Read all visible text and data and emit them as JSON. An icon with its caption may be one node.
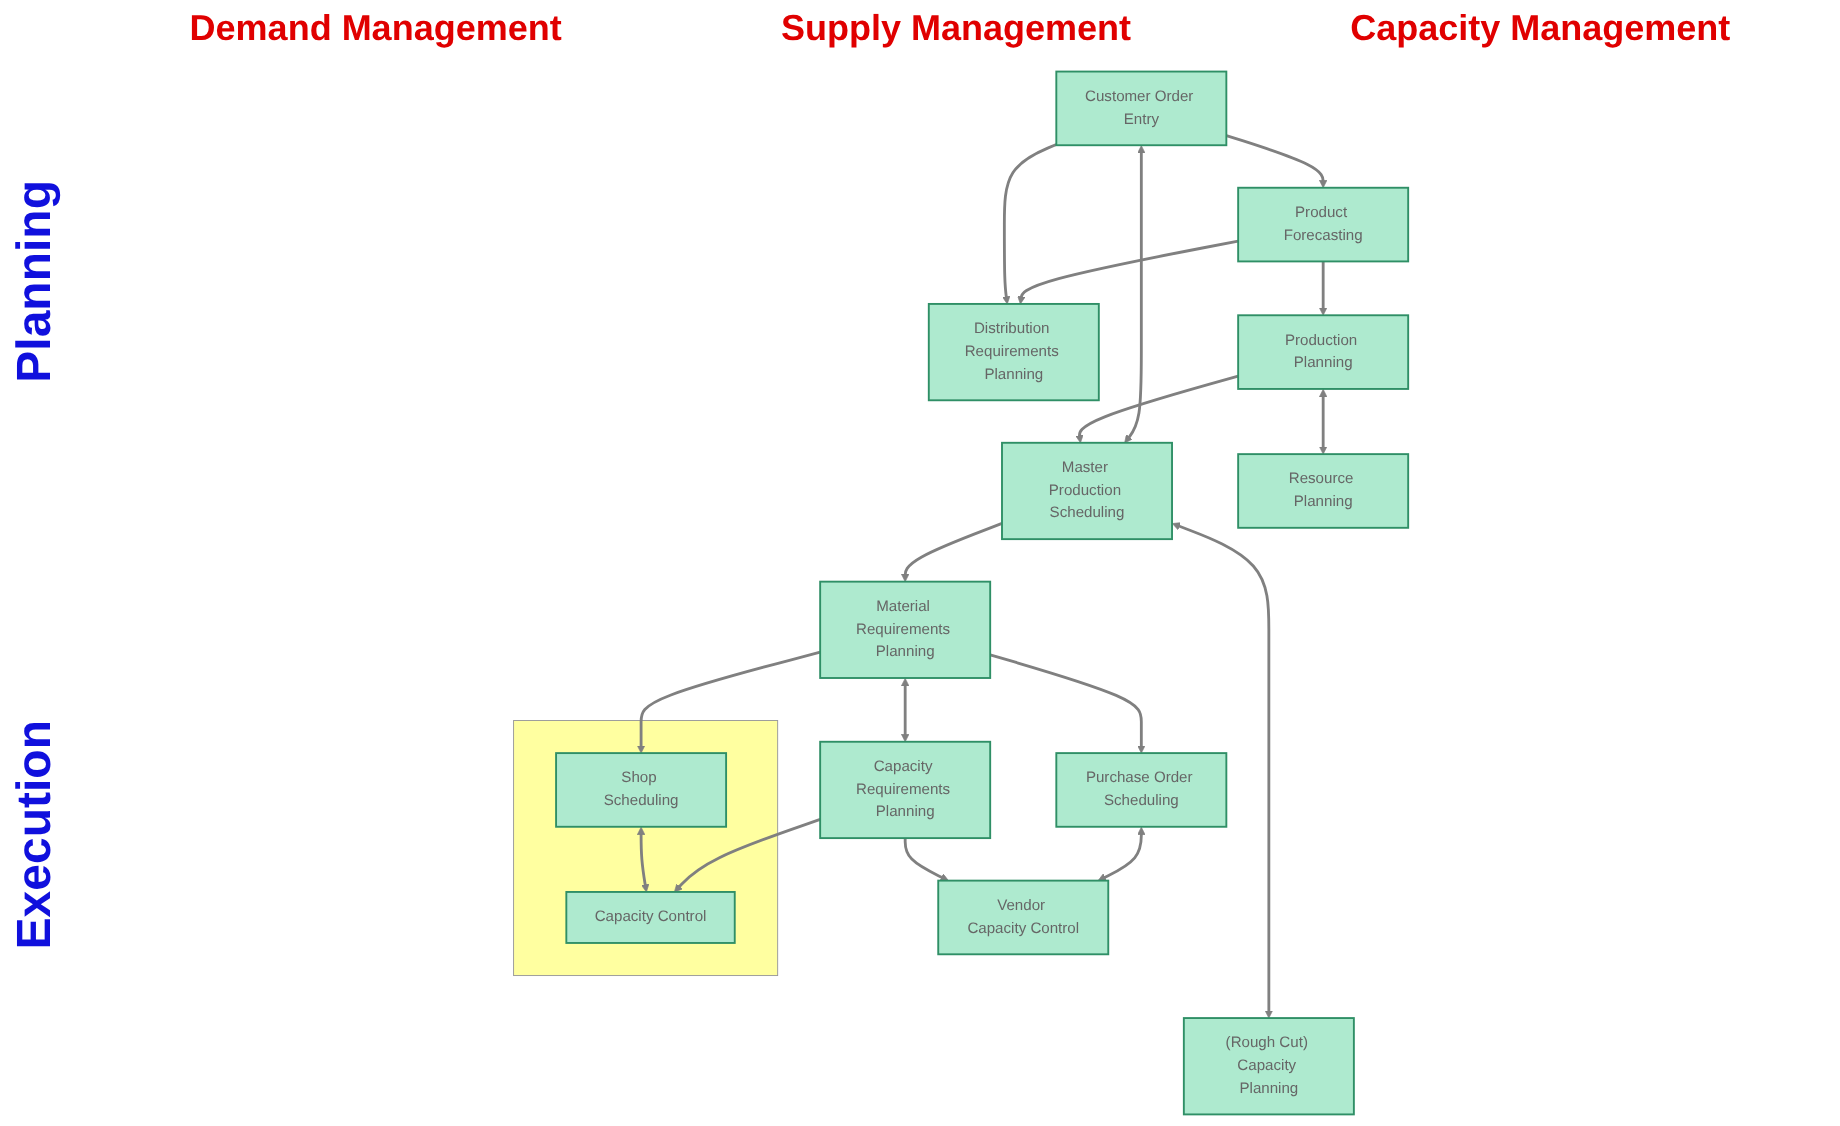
{
  "diagram": {
    "nodes": [
      {
        "text": [
          "Product Forecasting"
        ]
      },
      {
        "text": [
          "Distribution Requirements Planning"
        ]
      },
      {
        "text": [
          "Customer Order Entry"
        ]
      },
      {
        "text": [
          "Production Planning"
        ]
      },
      {
        "text": [
          "Master Production Scheduling"
        ]
      },
      {
        "text": [
          "Material Requirements Planning"
        ]
      },
      {
        "text": [],
        "shape": "box"
      },
      {
        "text": [
          "Shop Scheduling"
        ],
        "in": 6
      },
      {
        "text": [
          "Purchase Order Scheduling"
        ]
      },
      {
        "text": [
          "Resource Planning"
        ]
      },
      {
        "text": [
          "(Rough Cut) Capacity Planning"
        ]
      },
      {
        "text": [
          "Capacity Requirements Planning"
        ]
      },
      {
        "text": [
          "Capacity Control"
        ],
        "in": 6
      },
      {
        "text": [
          "Vendor Capacity Control"
        ]
      }
    ],
    "edges": [
      {
        "from": 0,
        "to": 3,
        "arrow": "to"
      },
      {
        "from": 0,
        "to": 1,
        "arrow": "to"
      },
      {
        "from": 2,
        "to": 0,
        "arrow": "to"
      },
      {
        "from": 2,
        "to": 4,
        "arrow": "both"
      },
      {
        "from": 2,
        "to": 1,
        "arrow": "to"
      },
      {
        "from": 3,
        "to": 9,
        "arrow": "both"
      },
      {
        "from": 3,
        "to": 4,
        "arrow": "to"
      },
      {
        "from": 4,
        "to": 10,
        "arrow": "both"
      },
      {
        "from": 4,
        "to": 5,
        "arrow": "to"
      },
      {
        "from": 5,
        "to": 11,
        "arrow": "both"
      },
      {
        "from": 5,
        "to": 7,
        "arrow": "to"
      },
      {
        "from": 11,
        "to": 12,
        "arrow": "to"
      },
      {
        "from": 7,
        "to": 12,
        "arrow": "both"
      },
      {
        "from": 5,
        "to": 8,
        "arrow": "to"
      },
      {
        "from": 8,
        "to": 13,
        "arrow": "both"
      },
      {
        "from": 11,
        "to": 13,
        "arrow": "to"
      }
    ],
    "labels": [
      "Demand Management",
      "Supply Management",
      "Capacity Management",
      "Planning",
      "Execution"
    ]
  }
}
